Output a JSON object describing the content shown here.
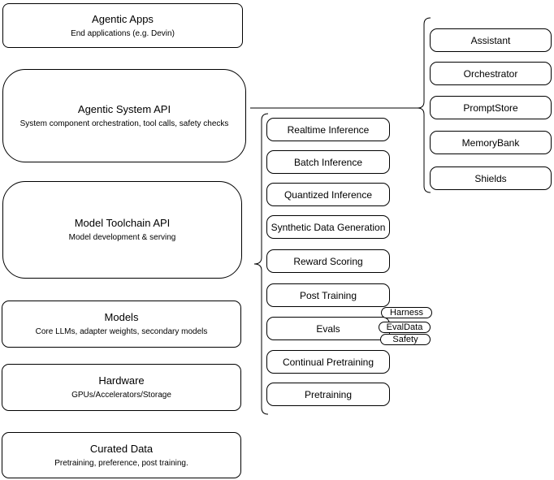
{
  "diagram": {
    "colors": {
      "background": "#ffffff",
      "stroke": "#000000",
      "fill": "#ffffff",
      "text": "#000000"
    },
    "layers": [
      {
        "title": "Agentic Apps",
        "subtitle": "End applications (e.g. Devin)"
      },
      {
        "title": "Agentic System API",
        "subtitle": "System component orchestration, tool calls, safety checks"
      },
      {
        "title": "Model Toolchain API",
        "subtitle": "Model development & serving"
      },
      {
        "title": "Models",
        "subtitle": "Core LLMs, adapter weights, secondary models"
      },
      {
        "title": "Hardware",
        "subtitle": "GPUs/Accelerators/Storage"
      },
      {
        "title": "Curated Data",
        "subtitle": "Pretraining, preference, post training."
      }
    ],
    "toolchain_services": [
      "Realtime Inference",
      "Batch Inference",
      "Quantized Inference",
      "Synthetic Data Generation",
      "Reward Scoring",
      "Post Training",
      "Evals",
      "Continual Pretraining",
      "Pretraining"
    ],
    "eval_tags": [
      "Harness",
      "EvalData",
      "Safety"
    ],
    "system_components": [
      "Assistant",
      "Orchestrator",
      "PromptStore",
      "MemoryBank",
      "Shields"
    ]
  }
}
